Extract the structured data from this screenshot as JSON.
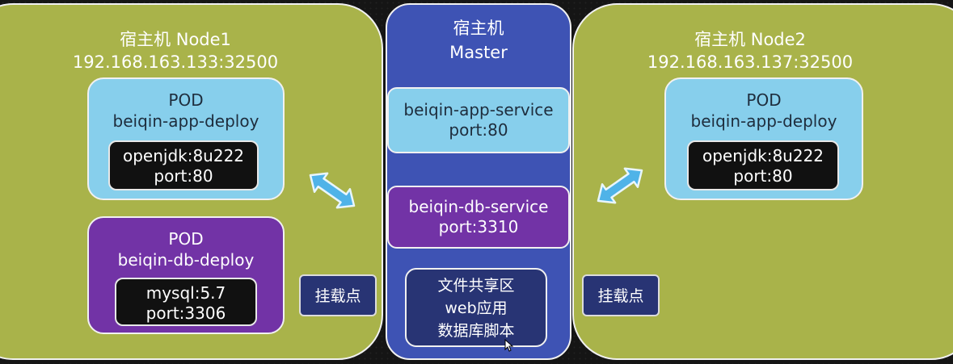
{
  "node1": {
    "title": "宿主机 Node1",
    "address": "192.168.163.133:32500",
    "app_pod": {
      "label": "POD",
      "name": "beiqin-app-deploy",
      "image": "openjdk:8u222",
      "port": "port:80"
    },
    "db_pod": {
      "label": "POD",
      "name": "beiqin-db-deploy",
      "image": "mysql:5.7",
      "port": "port:3306"
    },
    "mount_label": "挂载点"
  },
  "master": {
    "title": "宿主机",
    "subtitle": "Master",
    "app_service": {
      "name": "beiqin-app-service",
      "port": "port:80"
    },
    "db_service": {
      "name": "beiqin-db-service",
      "port": "port:3310"
    },
    "share": {
      "line1": "文件共享区",
      "line2": "web应用",
      "line3": "数据库脚本"
    }
  },
  "node2": {
    "title": "宿主机 Node2",
    "address": "192.168.163.137:32500",
    "app_pod": {
      "label": "POD",
      "name": "beiqin-app-deploy",
      "image": "openjdk:8u222",
      "port": "port:80"
    },
    "mount_label": "挂载点"
  },
  "colors": {
    "node_bg": "#a9b34a",
    "master_bg": "#3e53b4",
    "app_box": "#87cfec",
    "db_box": "#7233a6",
    "mount_box": "#283474",
    "arrow": "#4fb3e8"
  },
  "icons": [
    "double-arrow-icon",
    "cursor-icon"
  ]
}
